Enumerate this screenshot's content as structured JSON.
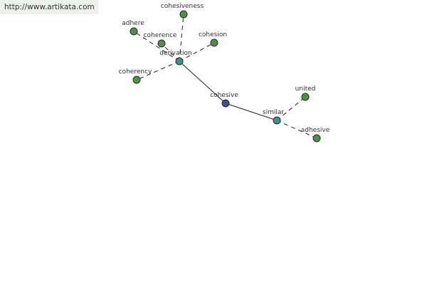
{
  "watermark": "http://www.artikata.com",
  "colors": {
    "leaf": "#4f8f4a",
    "hub": "#3f8f8a",
    "center": "#3e4e96",
    "stroke": "#2b2b2b",
    "edge": "#222222"
  },
  "nodes": [
    {
      "id": "cohesive",
      "label": "cohesive",
      "role": "center"
    },
    {
      "id": "derivation",
      "label": "derivation",
      "role": "hub"
    },
    {
      "id": "similar",
      "label": "similar",
      "role": "hub"
    },
    {
      "id": "cohesiveness",
      "label": "cohesiveness",
      "role": "leaf"
    },
    {
      "id": "adhere",
      "label": "adhere",
      "role": "leaf"
    },
    {
      "id": "coherence",
      "label": "coherence",
      "role": "leaf"
    },
    {
      "id": "cohesion",
      "label": "cohesion",
      "role": "leaf"
    },
    {
      "id": "coherency",
      "label": "coherency",
      "role": "leaf"
    },
    {
      "id": "united",
      "label": "united",
      "role": "leaf"
    },
    {
      "id": "adhesive",
      "label": "adhesive",
      "role": "leaf"
    }
  ],
  "edges": [
    {
      "from": "cohesive",
      "to": "derivation",
      "style": "solid"
    },
    {
      "from": "cohesive",
      "to": "similar",
      "style": "solid"
    },
    {
      "from": "derivation",
      "to": "cohesiveness",
      "style": "dashed"
    },
    {
      "from": "derivation",
      "to": "adhere",
      "style": "dashed"
    },
    {
      "from": "derivation",
      "to": "coherence",
      "style": "dashed"
    },
    {
      "from": "derivation",
      "to": "cohesion",
      "style": "dashed"
    },
    {
      "from": "derivation",
      "to": "coherency",
      "style": "dashed"
    },
    {
      "from": "similar",
      "to": "united",
      "style": "dashed"
    },
    {
      "from": "similar",
      "to": "adhesive",
      "style": "dashed"
    }
  ]
}
